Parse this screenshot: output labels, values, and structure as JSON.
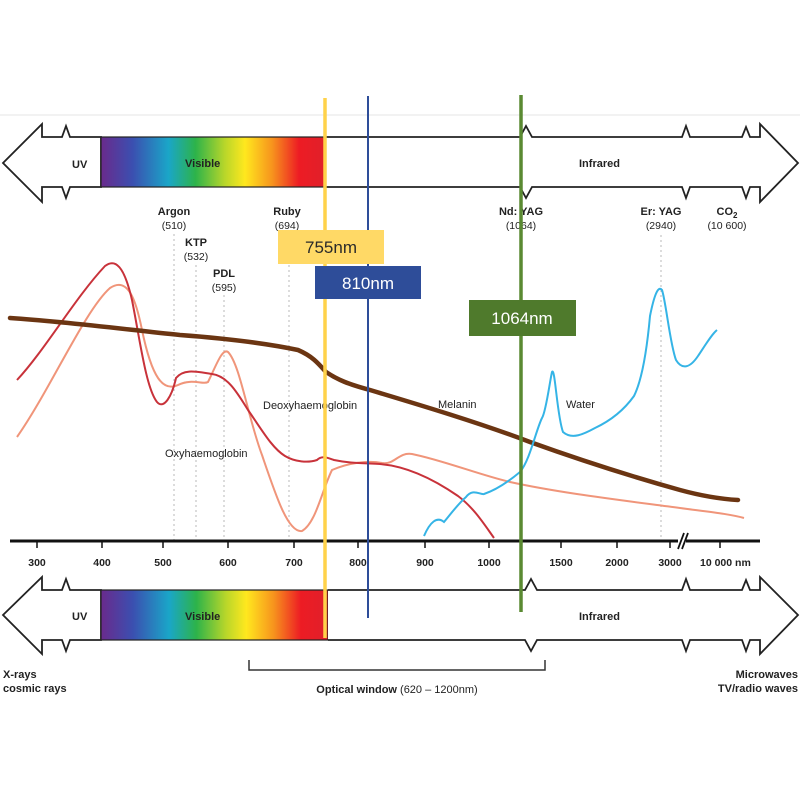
{
  "top_bar": {
    "uv": "UV",
    "visible": "Visible",
    "infrared": "Infrared"
  },
  "bottom_bar": {
    "uv": "UV",
    "visible": "Visible",
    "infrared": "Infrared"
  },
  "lasers": [
    {
      "name": "Argon",
      "wavelength": "(510)"
    },
    {
      "name": "KTP",
      "wavelength": "(532)"
    },
    {
      "name": "PDL",
      "wavelength": "(595)"
    },
    {
      "name": "Ruby",
      "wavelength": "(694)"
    },
    {
      "name": "Nd: YAG",
      "wavelength": "(1064)"
    },
    {
      "name": "Er: YAG",
      "wavelength": "(2940)"
    },
    {
      "name": "CO",
      "subscript": "2",
      "wavelength": "(10 600)"
    }
  ],
  "boxes": [
    {
      "label": "755nm",
      "color": "#ffd966"
    },
    {
      "label": "810nm",
      "color": "#2e4d99"
    },
    {
      "label": "1064nm",
      "color": "#4f7a2c"
    }
  ],
  "curves": {
    "deoxy": "Deoxyhaemoglobin",
    "oxy": "Oxyhaemoglobin",
    "melanin": "Melanin",
    "water": "Water"
  },
  "axis_ticks": [
    "300",
    "400",
    "500",
    "600",
    "700",
    "800",
    "900",
    "1000",
    "1500",
    "2000",
    "3000",
    "10 000 nm"
  ],
  "bottom_labels": {
    "left": [
      "X-rays",
      "cosmic rays"
    ],
    "right": [
      "Microwaves",
      "TV/radio waves"
    ],
    "window_title": "Optical window",
    "window_range": "(620 – 1200nm)"
  },
  "colors": {
    "melanin": "#6b3512",
    "deoxy": "#c8323a",
    "oxy": "#f0957a",
    "water": "#35b4e6",
    "line_755": "#ffd24a",
    "line_810": "#2e4d99",
    "line_1064": "#5a8a32"
  }
}
